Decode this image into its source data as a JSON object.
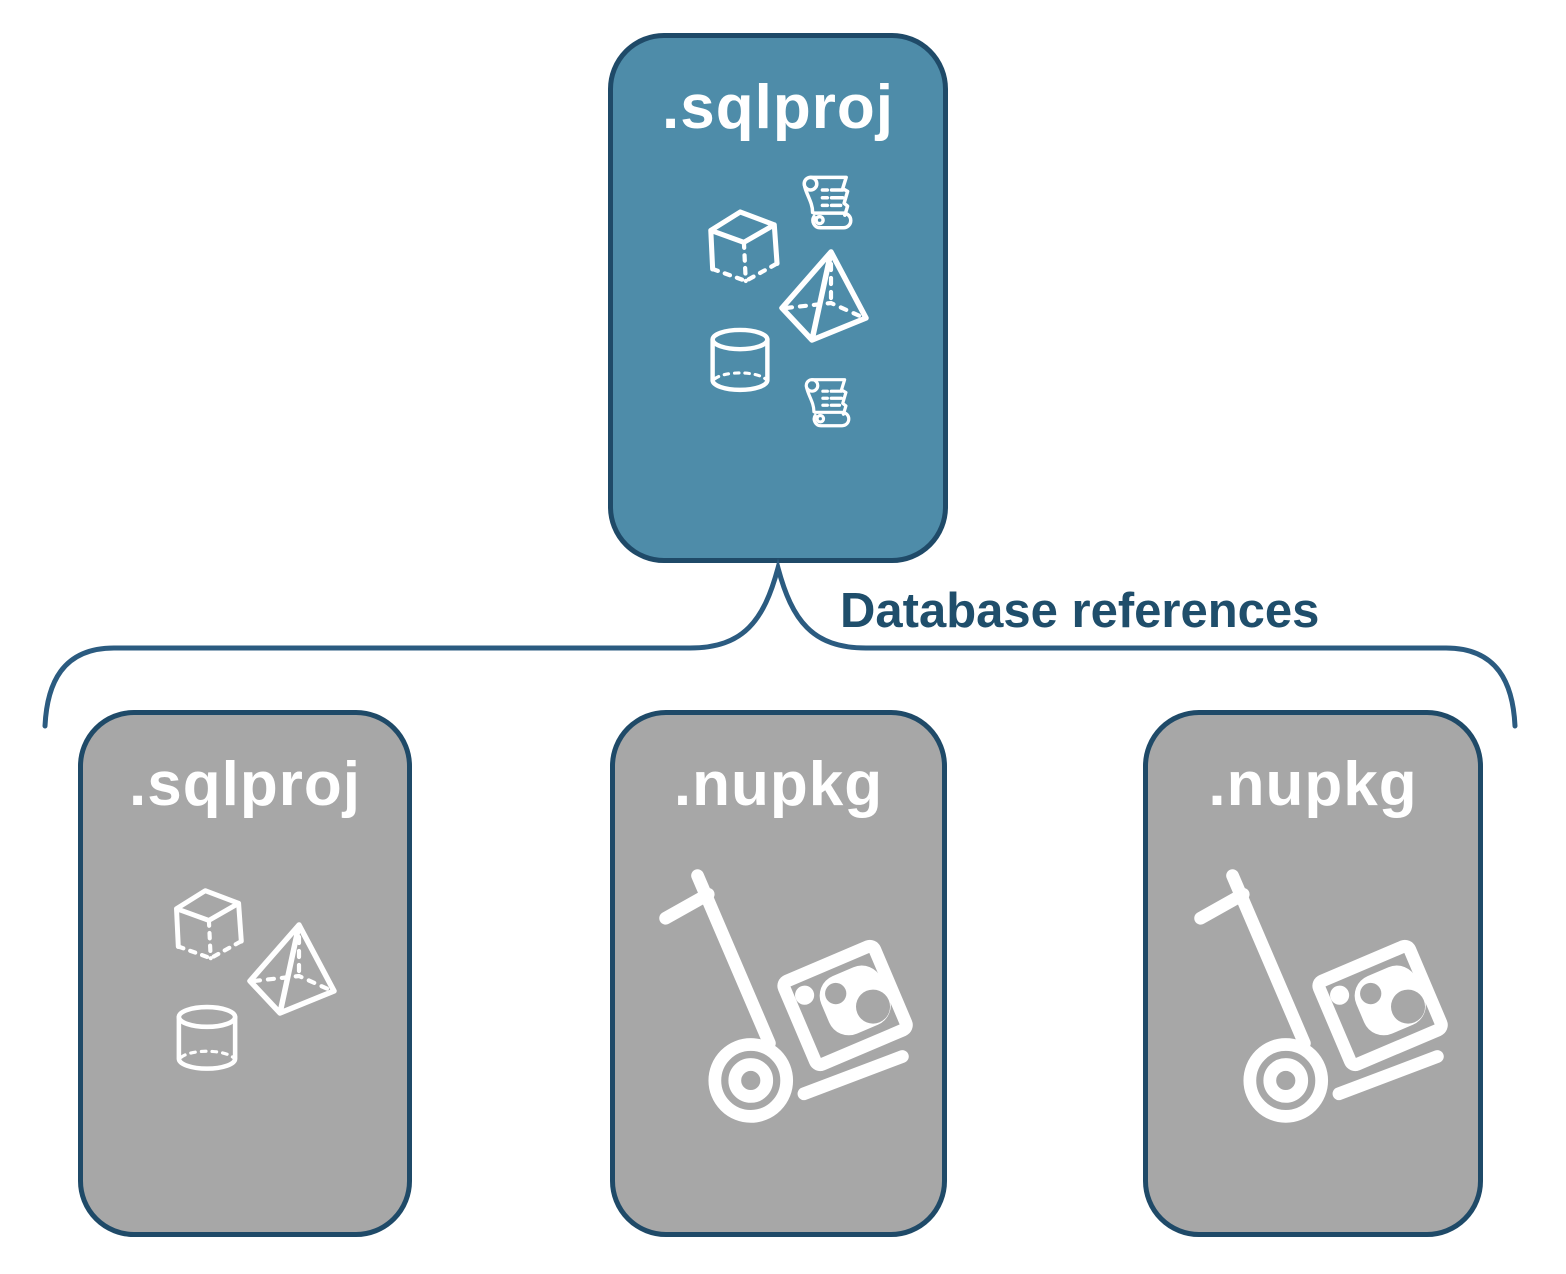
{
  "diagram": {
    "title": "SQL project database references diagram",
    "colors": {
      "root_fill": "#4E8CA9",
      "child_fill": "#A7A7A7",
      "node_border": "#1F4A68",
      "brace_stroke": "#2B5B80",
      "label_text": "#1F4E6B",
      "icon_stroke": "#FFFFFF"
    },
    "root": {
      "label": ".sqlproj",
      "icons": [
        "cube-icon",
        "scroll-icon",
        "pyramid-icon",
        "cylinder-icon",
        "scroll-icon"
      ]
    },
    "connector": {
      "label": "Database references",
      "shape": "horizontal-curly-brace"
    },
    "children": [
      {
        "label": ".sqlproj",
        "icons": [
          "cube-icon",
          "pyramid-icon",
          "cylinder-icon"
        ]
      },
      {
        "label": ".nupkg",
        "icons": [
          "handtruck-package-icon"
        ]
      },
      {
        "label": ".nupkg",
        "icons": [
          "handtruck-package-icon"
        ]
      }
    ]
  }
}
